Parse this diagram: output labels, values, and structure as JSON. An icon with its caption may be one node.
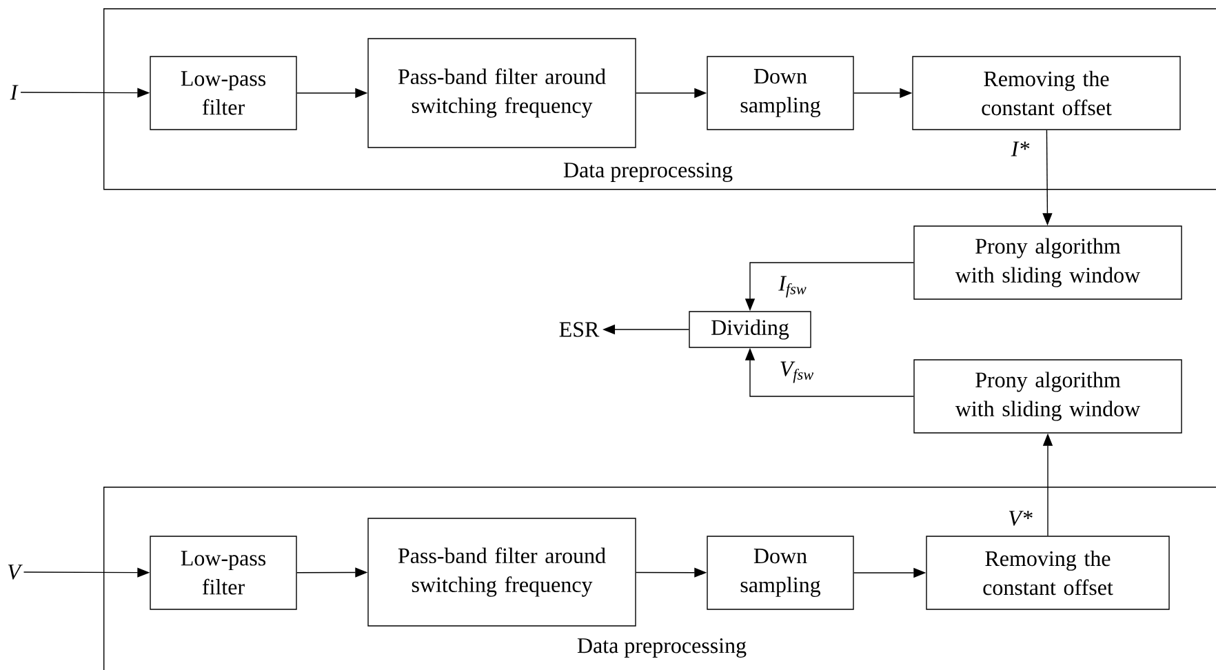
{
  "diagram": {
    "nodes": [
      {
        "text": [
          "Data preprocessing"
        ]
      },
      {
        "text": [
          "I"
        ]
      },
      {
        "text": [
          "Low-pass filter"
        ],
        "in": 0
      },
      {
        "text": [
          "Pass-band filter around switching frequency"
        ],
        "in": 0
      },
      {
        "text": [
          "Down sampling"
        ],
        "in": 0
      },
      {
        "text": [
          "Removing the constant offset"
        ],
        "in": 0
      },
      {
        "text": [
          "Prony algorithm with sliding window"
        ]
      },
      {
        "text": [
          "Dividing"
        ]
      },
      {
        "text": [
          "ESR"
        ]
      },
      {
        "text": [
          "Prony algorithm with sliding window"
        ]
      },
      {
        "text": [
          "Data preprocessing"
        ]
      },
      {
        "text": [
          "V"
        ]
      },
      {
        "text": [
          "Low-pass filter"
        ],
        "in": 10
      },
      {
        "text": [
          "Pass-band filter around switching frequency"
        ],
        "in": 10
      },
      {
        "text": [
          "Down sampling"
        ],
        "in": 10
      },
      {
        "text": [
          "Removing the constant offset"
        ],
        "in": 10
      }
    ],
    "edges": [
      {
        "from": 1,
        "to": 2,
        "arrow": "to"
      },
      {
        "from": 2,
        "to": 3,
        "arrow": "to"
      },
      {
        "from": 3,
        "to": 4,
        "arrow": "to"
      },
      {
        "from": 4,
        "to": 5,
        "arrow": "to"
      },
      {
        "from": 5,
        "to": 6,
        "arrow": "to",
        "label": "I*"
      },
      {
        "from": 6,
        "to": 7,
        "arrow": "to",
        "label": "I$_{fsw}$"
      },
      {
        "from": 7,
        "to": 8,
        "arrow": "to"
      },
      {
        "from": 9,
        "to": 7,
        "arrow": "to",
        "label": "V$_{fsw}$"
      },
      {
        "from": 15,
        "to": 9,
        "arrow": "to",
        "label": "V*"
      },
      {
        "from": 11,
        "to": 12,
        "arrow": "to"
      },
      {
        "from": 12,
        "to": 13,
        "arrow": "to"
      },
      {
        "from": 13,
        "to": 14,
        "arrow": "to"
      },
      {
        "from": 14,
        "to": 15,
        "arrow": "to"
      }
    ]
  }
}
